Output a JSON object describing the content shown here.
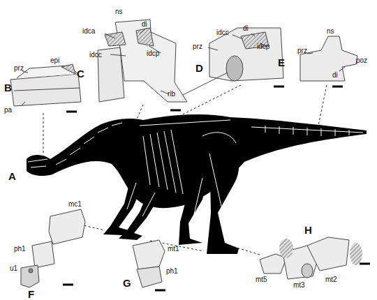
{
  "diagram": {
    "labels": [
      "prz",
      "epi",
      "pa",
      "B",
      "ns",
      "idca",
      "di",
      "idcc",
      "idcp",
      "rib",
      "C",
      "prz",
      "idcc",
      "di",
      "idcp",
      "D",
      "prz",
      "ns",
      "poz",
      "di",
      "E",
      "A",
      "mc1",
      "ph1",
      "u1",
      "F",
      "mt1",
      "ph1",
      "G",
      "mt5",
      "mt3",
      "mt2",
      "H"
    ]
  }
}
